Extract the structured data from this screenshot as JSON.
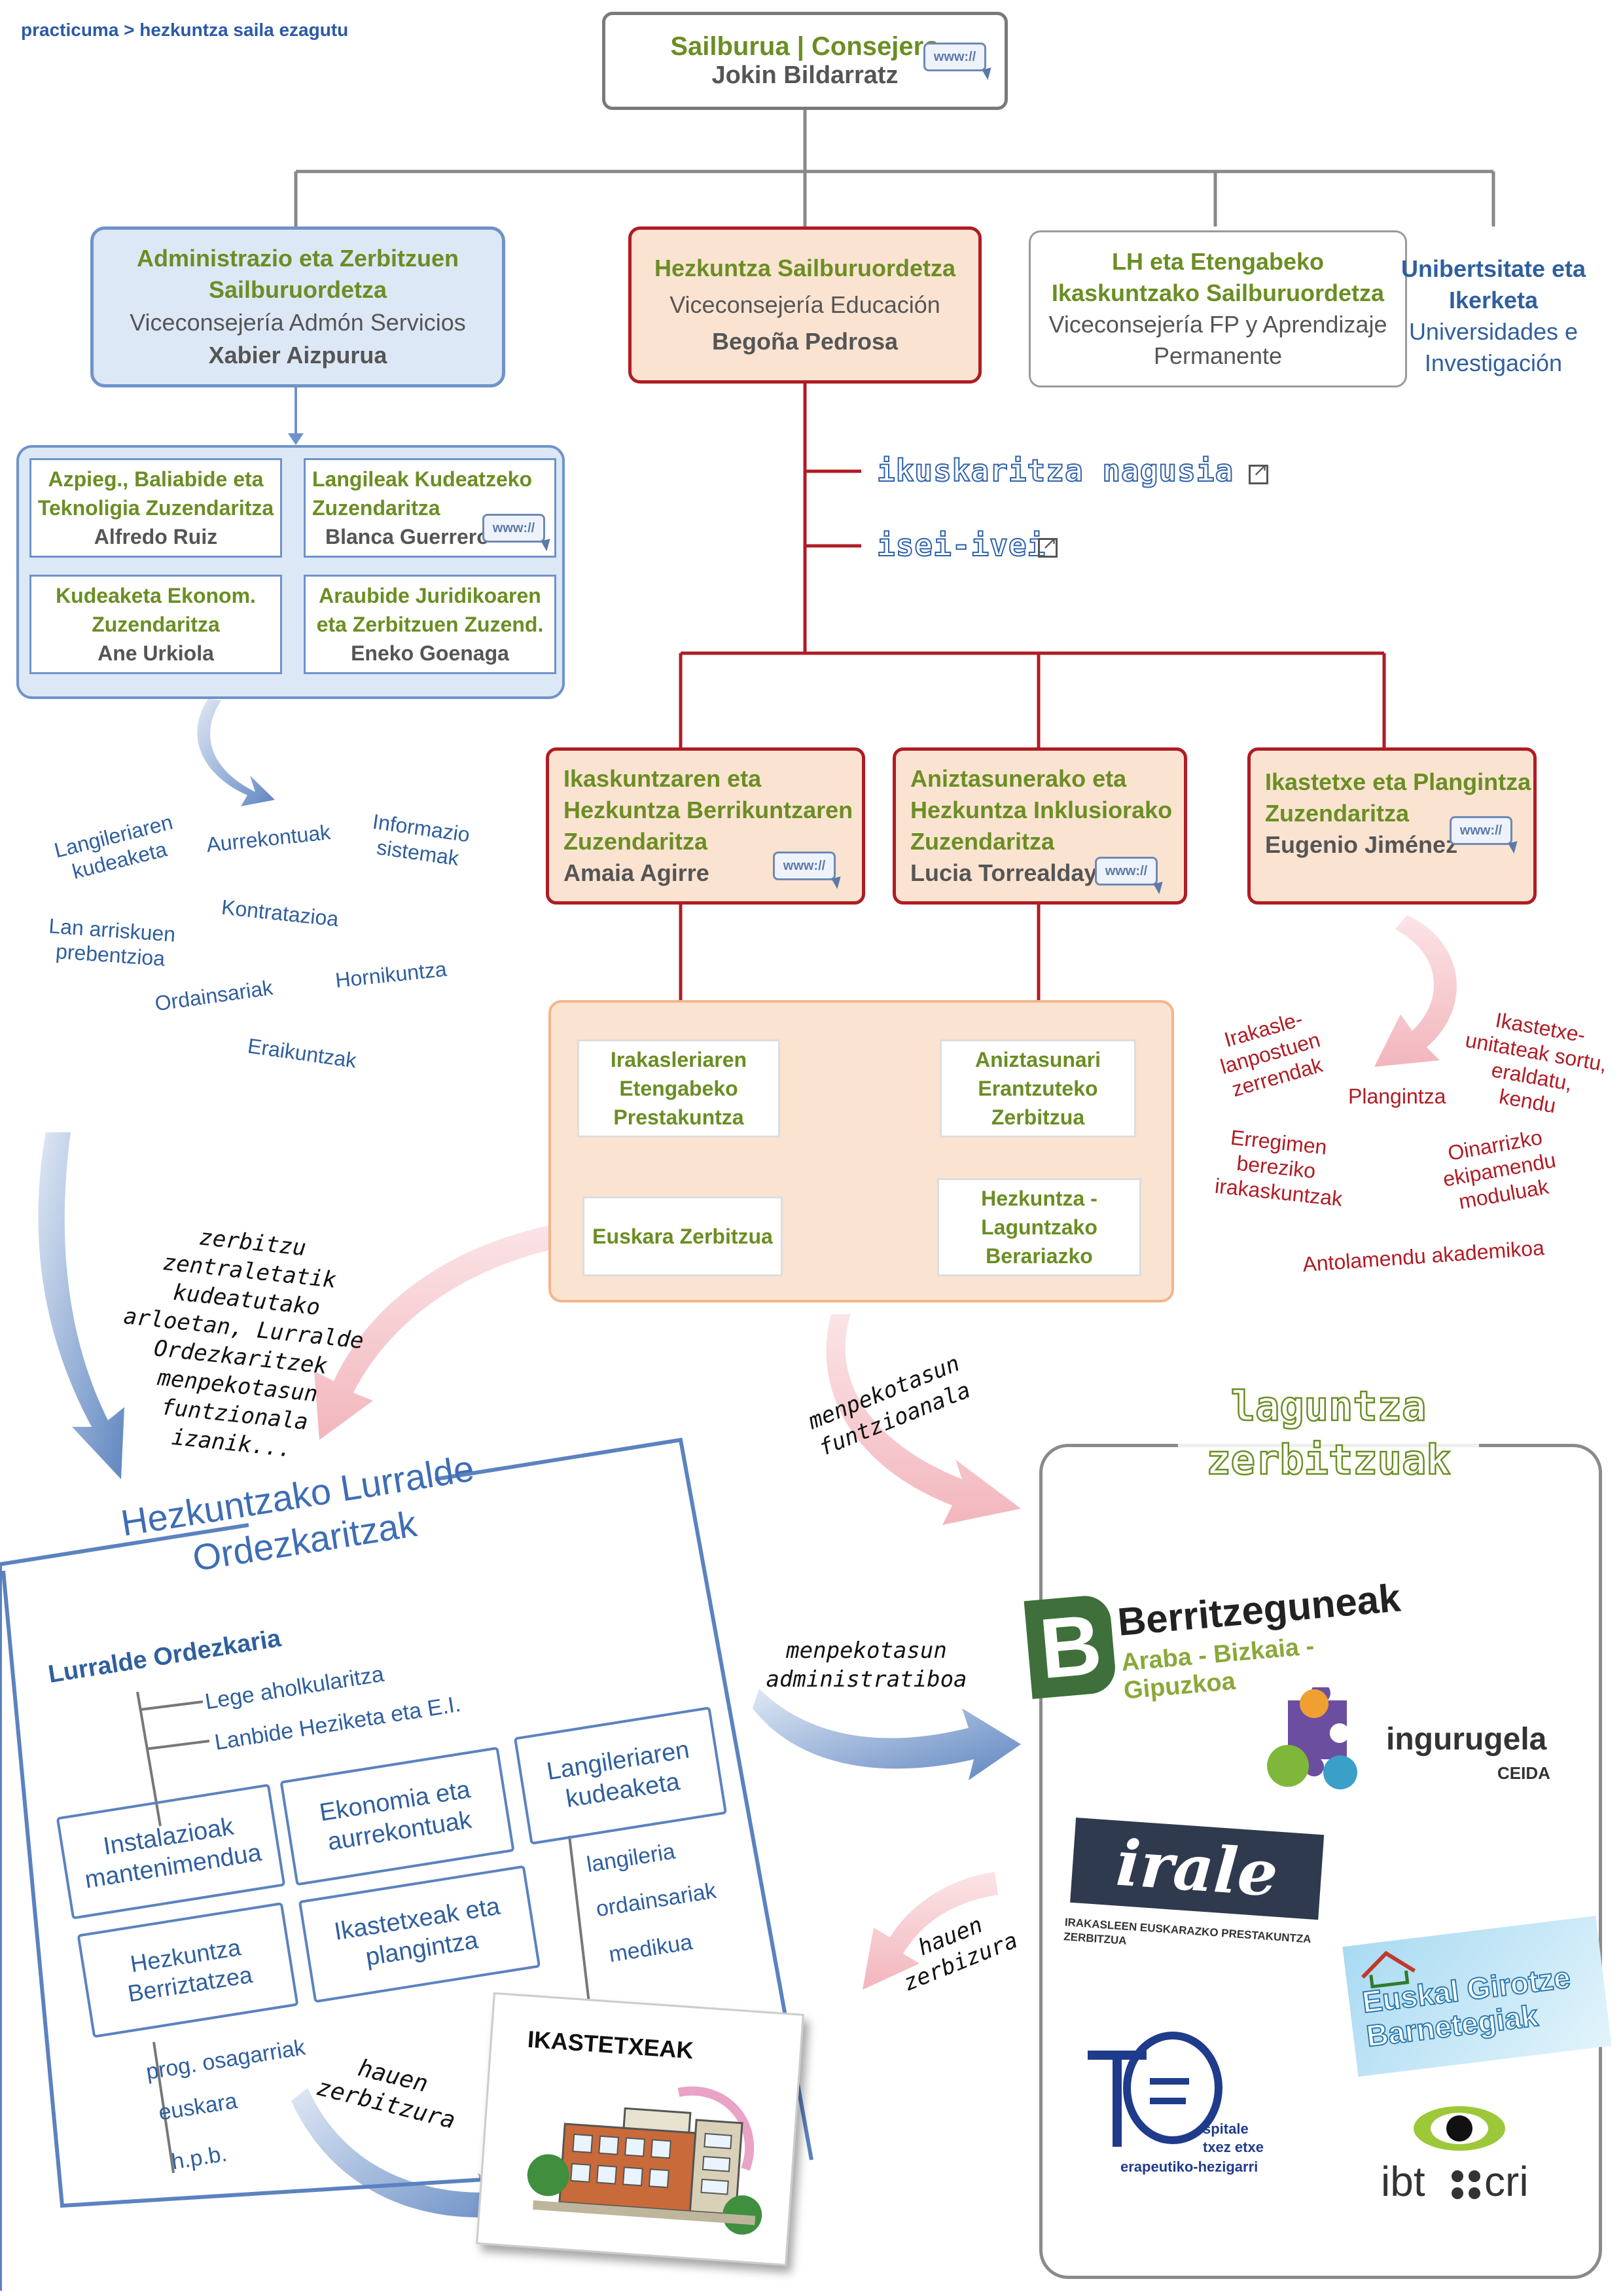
{
  "breadcrumb": "practicuma > hezkuntza saila ezagutu",
  "top": {
    "title": "Sailburua | Consejero",
    "name": "Jokin Bildarratz"
  },
  "www_label": "www://",
  "l1": {
    "admin": {
      "title1": "Administrazio eta Zerbitzuen",
      "title2": "Sailburuordetza",
      "es": "Viceconsejería Admón Servicios",
      "name": "Xabier Aizpurua"
    },
    "hez": {
      "title": "Hezkuntza Sailburuordetza",
      "es": "Viceconsejería Educación",
      "name": "Begoña Pedrosa"
    },
    "lh": {
      "t1": "LH eta Etengabeko",
      "t2": "Ikaskuntzako Sailburuordetza",
      "es1": "Viceconsejería FP y Aprendizaje",
      "es2": "Permanente"
    },
    "uni": {
      "t1": "Unibertsitate eta",
      "t2": "Ikerketa",
      "es1": "Universidades e",
      "es2": "Investigación"
    }
  },
  "admin_dirs": [
    {
      "l1": "Azpieg., Baliabide eta",
      "l2": "Teknoligia Zuzendaritza",
      "name": "Alfredo Ruiz"
    },
    {
      "l1": "Langileak Kudeatzeko",
      "l2": "Zuzendaritza",
      "name": "Blanca Guerrero"
    },
    {
      "l1": "Kudeaketa Ekonom.",
      "l2": "Zuzendaritza",
      "name": "Ane Urkiola"
    },
    {
      "l1": "Araubide Juridikoaren",
      "l2": "eta Zerbitzuen Zuzend.",
      "name": "Eneko Goenaga"
    }
  ],
  "links": {
    "ik": "ikuskaritza nagusia",
    "isei": "isei-ivei"
  },
  "edu_dirs": [
    {
      "l1": "Ikaskuntzaren eta",
      "l2": "Hezkuntza Berrikuntzaren",
      "l3": "Zuzendaritza",
      "name": "Amaia Agirre"
    },
    {
      "l1": "Aniztasunerako eta",
      "l2": "Hezkuntza Inklusiorako",
      "l3": "Zuzendaritza",
      "name": "Lucia Torrealday"
    },
    {
      "l1": "Ikastetxe eta Plangintza",
      "l2": "Zuzendaritza",
      "name": "Eugenio Jiménez"
    }
  ],
  "services": {
    "s1": [
      "Irakasleriaren",
      "Etengabeko",
      "Prestakuntza"
    ],
    "s2": [
      "Aniztasunari",
      "Erantzuteko",
      "Zerbitzua"
    ],
    "s3": "Euskara Zerbitzua",
    "s4": [
      "Hezkuntza -",
      "Laguntzako",
      "Berariazko"
    ]
  },
  "admin_areas": {
    "langileriaren": "Langileriaren kudeaketa",
    "aurrekontuak": "Aurrekontuak",
    "informazio": "Informazio sistemak",
    "kontratazioa": "Kontratazioa",
    "lan": "Lan arriskuen prebentzioa",
    "hornikuntza": "Hornikuntza",
    "ordainsariak": "Ordainsariak",
    "eraikuntzak": "Eraikuntzak"
  },
  "plan_areas": {
    "irakasle": "Irakasle-lanpostuen zerrendak",
    "plangintza": "Plangintza",
    "ikastetxe": "Ikastetxe-unitateak sortu, eraldatu, kendu",
    "erregimen": "Erregimen bereziko irakaskuntzak",
    "oinarrizko": "Oinarrizko ekipamendu moduluak",
    "antolamendu": "Antolamendu akademikoa"
  },
  "notes": {
    "zerbitzu": [
      "zerbitzu zentraletatik",
      "kudeatutako",
      "arloetan, Lurralde",
      "Ordezkaritzek",
      "menpekotasun",
      "funtzionala",
      "izanik..."
    ],
    "funtz": [
      "menpekotasun",
      "funtzioanala"
    ],
    "admin": [
      "menpekotasun",
      "administratiboa"
    ],
    "hauen1": [
      "hauen",
      "zerbizura"
    ],
    "hauen2": [
      "hauen",
      "zerbitzura"
    ]
  },
  "lurralde": {
    "title1": "Hezkuntzako Lurralde",
    "title2": "Ordezkaritzak",
    "ordezkaria": "Lurralde Ordezkaria",
    "lege": "Lege aholkularitza",
    "lanbide": "Lanbide Heziketa eta E.I.",
    "instalazioak": "Instalazioak mantenimendua",
    "ekonomia": "Ekonomia eta aurrekontuak",
    "langileriaren": "Langileriaren kudeaketa",
    "berriztatzea": "Hezkuntza Berriztatzea",
    "ikastetxeak": "Ikastetxeak eta plangintza",
    "langileria": "langileria",
    "ordainsariak": "ordainsariak",
    "medikua": "medikua",
    "prog": "prog. osagarriak",
    "euskara": "euskara",
    "hpb": "h.p.b."
  },
  "ikastetxeak": "IKASTETXEAK",
  "laguntza": {
    "t1": "laguntza",
    "t2": "zerbitzuak"
  },
  "logos": {
    "berri_b": "B",
    "berri_name": "Berritzeguneak",
    "berri_sub": "Araba - Bizkaia - Gipuzkoa",
    "ingurugela": "ingurugela",
    "ceida": "CEIDA",
    "irale": "irale",
    "irale_sub": "IRAKASLEEN EUSKARAZKO PRESTAKUNTZA ZERBITZUA",
    "euskal": "Euskal Girotze Barnetegiak",
    "ote": [
      "spitale",
      "txez etxe",
      "erapeutiko-hezigarri"
    ],
    "ibt": "ibt",
    "cri": "cri"
  },
  "colors": {
    "green": "#6a8e23",
    "blue": "#2f5f9e",
    "red": "#b01c24",
    "orange_fill": "#fbe3d1",
    "blue_fill": "#dde8f6"
  }
}
